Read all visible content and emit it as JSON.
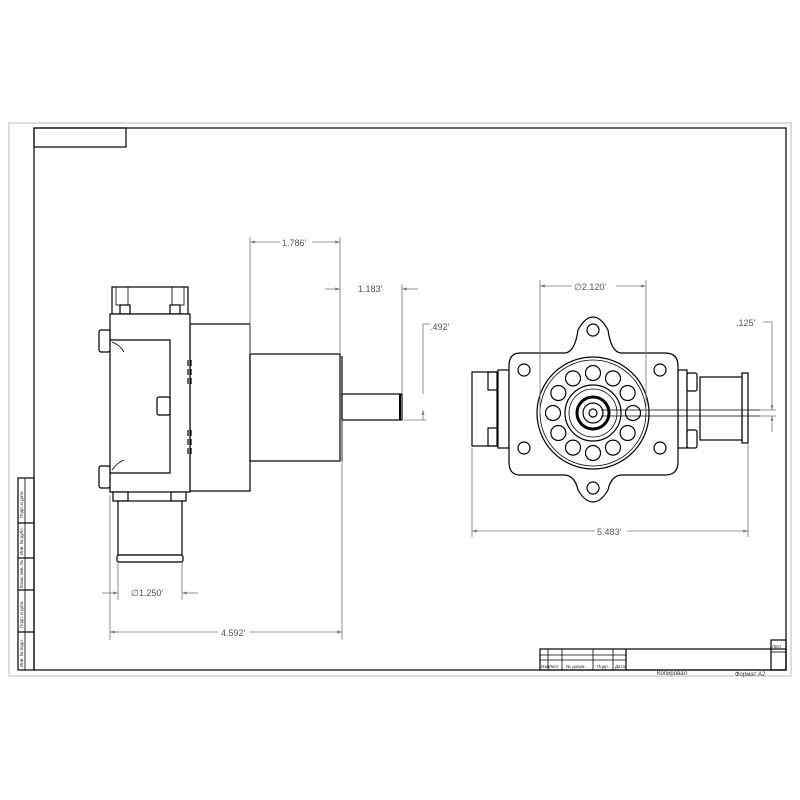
{
  "dimensions": {
    "body_offset": "1.786'",
    "shaft_length": "1.183'",
    "shaft_diameter": ".492'",
    "port_diameter": "∅1.250'",
    "overall_length": "4.592'",
    "bolt_circle": "∅2.120'",
    "shaft_offset": ".125'",
    "overall_width": "5.483'"
  },
  "title_block": {
    "col_izm": "Изм",
    "col_list": "Лист",
    "col_doc": "№ докум.",
    "col_sign": "Подп.",
    "col_date": "Дата",
    "sheet_label": "Лист",
    "copied": "Копировал",
    "format": "Формат A2"
  },
  "side_strip": [
    "Подп. и дата",
    "Инв. № дубл.",
    "Взам. инв. №",
    "Подп. и дата",
    "Инв. № подл."
  ]
}
